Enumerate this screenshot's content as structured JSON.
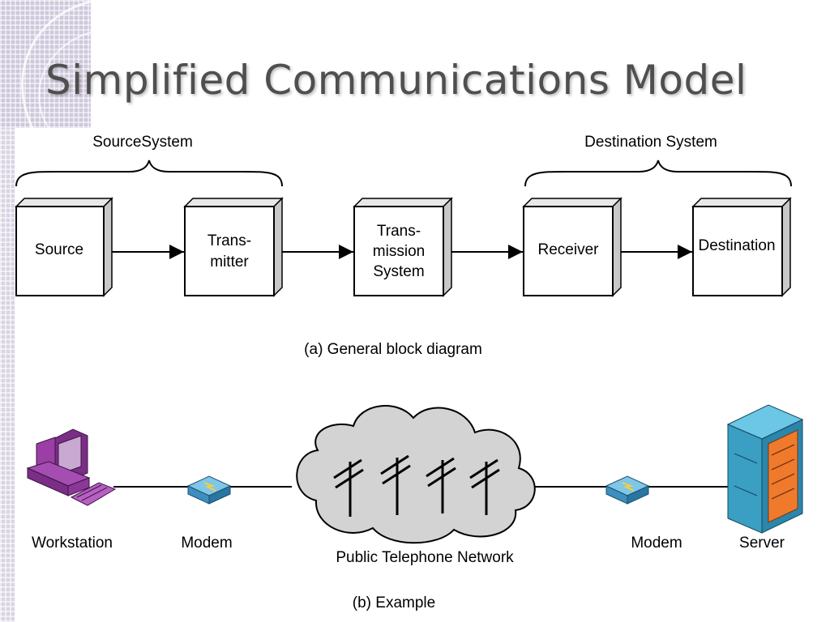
{
  "title": "Simplified Communications Model",
  "block_diagram": {
    "groups": {
      "source_system": "SourceSystem",
      "destination_system": "Destination System"
    },
    "blocks": {
      "source": [
        "Source"
      ],
      "transmitter": [
        "Trans-",
        "mitter"
      ],
      "transmission_system": [
        "Trans-",
        "mission",
        "System"
      ],
      "receiver": [
        "Receiver"
      ],
      "destination": [
        "Destination"
      ]
    },
    "caption": "(a) General block diagram"
  },
  "example": {
    "workstation": "Workstation",
    "modem_left": "Modem",
    "network": "Public Telephone Network",
    "modem_right": "Modem",
    "server": "Server",
    "caption": "(b) Example"
  },
  "colors": {
    "title": "#4f4f4f",
    "background_pattern": "#d9d4e4",
    "box_side": "#c8c8c8",
    "cloud": "#d3d3d3",
    "workstation": "#9b3fa6",
    "modem": "#4fa3d1",
    "server_body": "#3a9fc3",
    "server_panel": "#f07a2c"
  },
  "icons": [
    "workstation-icon",
    "modem-icon",
    "cloud-icon",
    "telephone-pole-icon",
    "server-icon"
  ]
}
